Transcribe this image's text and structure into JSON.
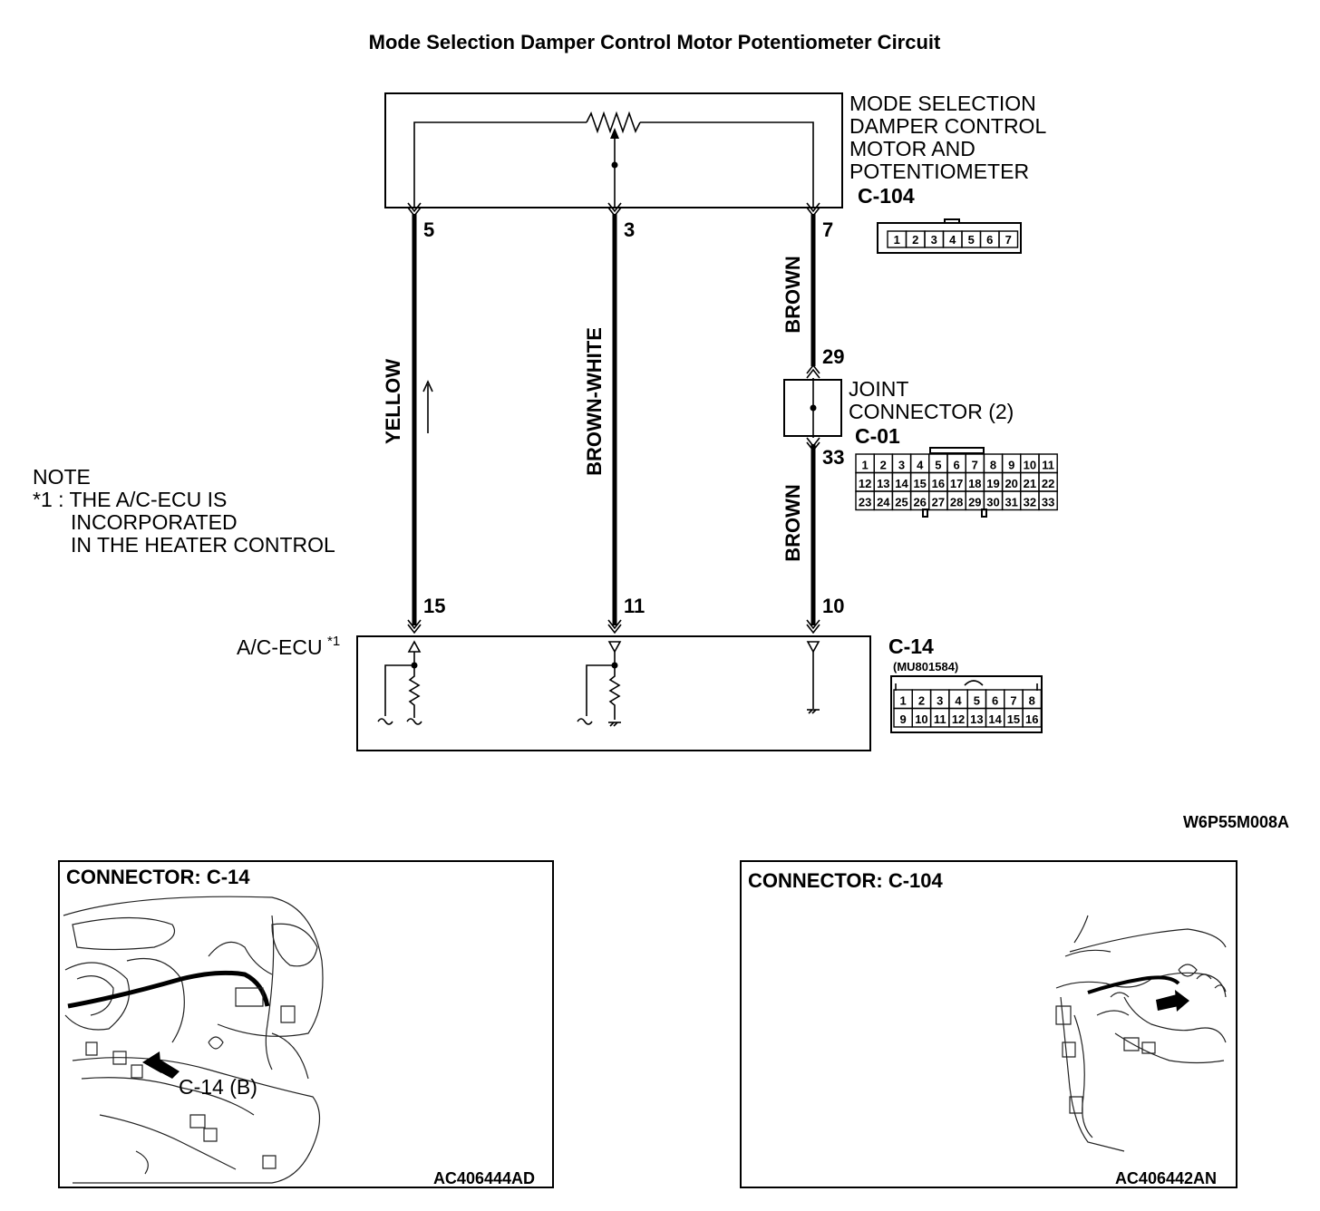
{
  "title": "Mode Selection Damper Control Motor Potentiometer Circuit",
  "figure_code": "W6P55M008A",
  "motor": {
    "name_lines": [
      "MODE SELECTION",
      "DAMPER CONTROL",
      "MOTOR AND",
      "POTENTIOMETER"
    ],
    "connector": "C-104",
    "pins": [
      "1",
      "2",
      "3",
      "4",
      "5",
      "6",
      "7"
    ]
  },
  "joint": {
    "name_lines": [
      "JOINT",
      "CONNECTOR (2)"
    ],
    "connector": "C-01",
    "pin_rows": [
      [
        "1",
        "2",
        "3",
        "4",
        "5",
        "6",
        "7",
        "8",
        "9",
        "10",
        "11"
      ],
      [
        "12",
        "13",
        "14",
        "15",
        "16",
        "17",
        "18",
        "19",
        "20",
        "21",
        "22"
      ],
      [
        "23",
        "24",
        "25",
        "26",
        "27",
        "28",
        "29",
        "30",
        "31",
        "32",
        "33"
      ]
    ]
  },
  "ecu": {
    "name": "A/C-ECU",
    "mark": "*1",
    "connector": "C-14",
    "part_no": "(MU801584)",
    "pin_rows": [
      [
        "1",
        "2",
        "3",
        "4",
        "5",
        "6",
        "7",
        "8"
      ],
      [
        "9",
        "10",
        "11",
        "12",
        "13",
        "14",
        "15",
        "16"
      ]
    ]
  },
  "wires": {
    "yellow": {
      "color": "YELLOW",
      "top_pin": "5",
      "bottom_pin": "15"
    },
    "brown_white": {
      "color": "BROWN-WHITE",
      "top_pin": "3",
      "bottom_pin": "11"
    },
    "brown_upper": {
      "color": "BROWN",
      "top_pin": "7",
      "bottom_pin": "29"
    },
    "brown_lower": {
      "color": "BROWN",
      "top_pin": "33",
      "bottom_pin": "10"
    }
  },
  "note": {
    "heading": "NOTE",
    "lines": [
      "*1 : THE A/C-ECU IS",
      "INCORPORATED",
      "IN THE HEATER CONTROL"
    ]
  },
  "panels": [
    {
      "title": "CONNECTOR: C-14",
      "callout": "C-14 (B)",
      "code": "AC406444AD"
    },
    {
      "title": "CONNECTOR: C-104",
      "code": "AC406442AN"
    }
  ]
}
